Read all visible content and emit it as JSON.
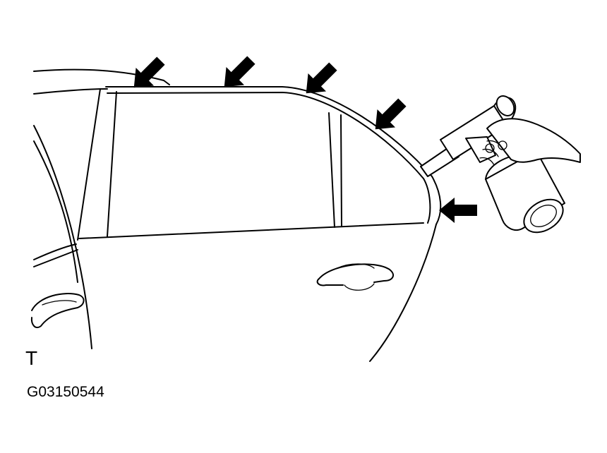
{
  "diagram": {
    "corner_mark": "T",
    "figure_id": "G03150544",
    "arrow_count": 5,
    "ink_color": "#000000",
    "background_color": "#ffffff",
    "icons": [
      "arrow-icon",
      "spray-gun-icon",
      "hand-icon",
      "door-handle-icon"
    ]
  }
}
